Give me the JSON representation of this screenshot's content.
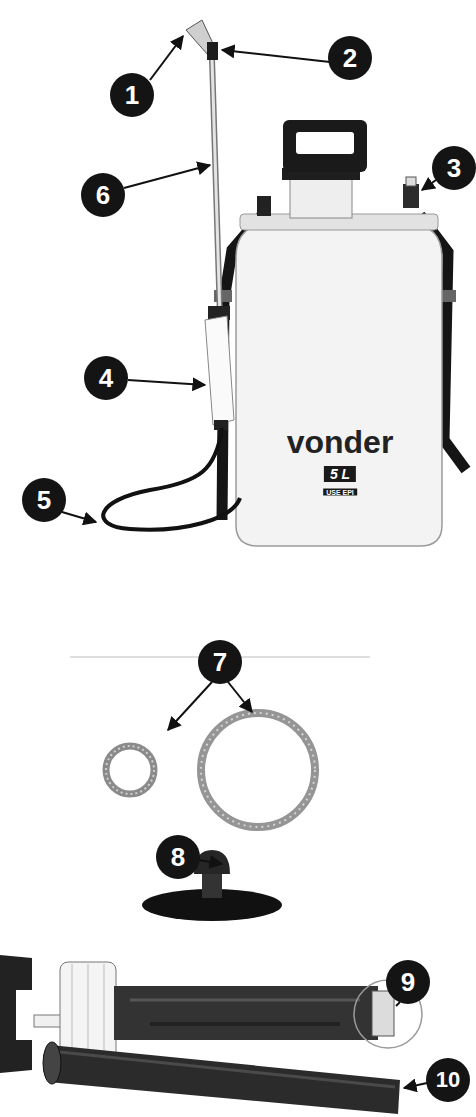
{
  "diagram": {
    "labels": [
      "1",
      "2",
      "3",
      "4",
      "5",
      "6",
      "7",
      "8",
      "9",
      "10",
      "vonder",
      "5 L",
      "USE EPI"
    ]
  }
}
